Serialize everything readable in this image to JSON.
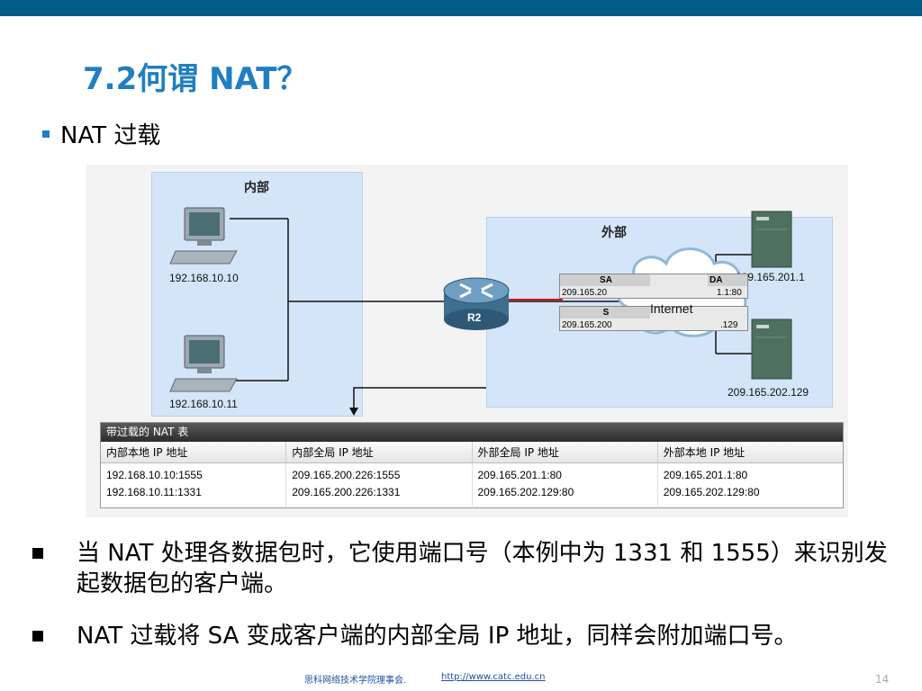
{
  "header": {
    "title": "7.2何谓 NAT？"
  },
  "bullet1": {
    "text": "NAT 过载"
  },
  "figure": {
    "inside_label": "内部",
    "outside_label": "外部",
    "pc1_ip": "192.168.10.10",
    "pc2_ip": "192.168.10.11",
    "router_label": "R2",
    "cloud_label": "Internet",
    "server1_ip": "209.165.201.1",
    "server2_ip": "209.165.202.129",
    "packet1": {
      "sa_header": "SA",
      "sa_value": "209.165.20",
      "da_header": "DA",
      "da_value": "1.1:80"
    },
    "packet2": {
      "sa_header": "S",
      "sa_value": "209.165.200",
      "da_value": ".129"
    }
  },
  "nat_table": {
    "title": "带过载的 NAT 表",
    "columns": [
      "内部本地 IP 地址",
      "内部全局 IP 地址",
      "外部全局 IP 地址",
      "外部本地 IP 地址"
    ],
    "rows": [
      [
        "192.168.10.10:1555",
        "209.165.200.226:1555",
        "209.165.201.1:80",
        "209.165.201.1:80"
      ],
      [
        "192.168.10.11:1331",
        "209.165.200.226:1331",
        "209.165.202.129:80",
        "209.165.202.129:80"
      ]
    ]
  },
  "bullet2": {
    "text": "当 NAT 处理各数据包时，它使用端口号（本例中为 1331 和 1555）来识别发起数据包的客户端。"
  },
  "bullet3": {
    "text": "NAT 过载将 SA 变成客户端的内部全局 IP 地址，同样会附加端口号。"
  },
  "footer": {
    "org": "思科网络技术学院理事会.",
    "link": "http://www.catc.edu.cn",
    "page": "14"
  },
  "colors": {
    "top_bar": "#005d87",
    "title": "#1f7fc0",
    "zone": "#d4e5f9"
  }
}
